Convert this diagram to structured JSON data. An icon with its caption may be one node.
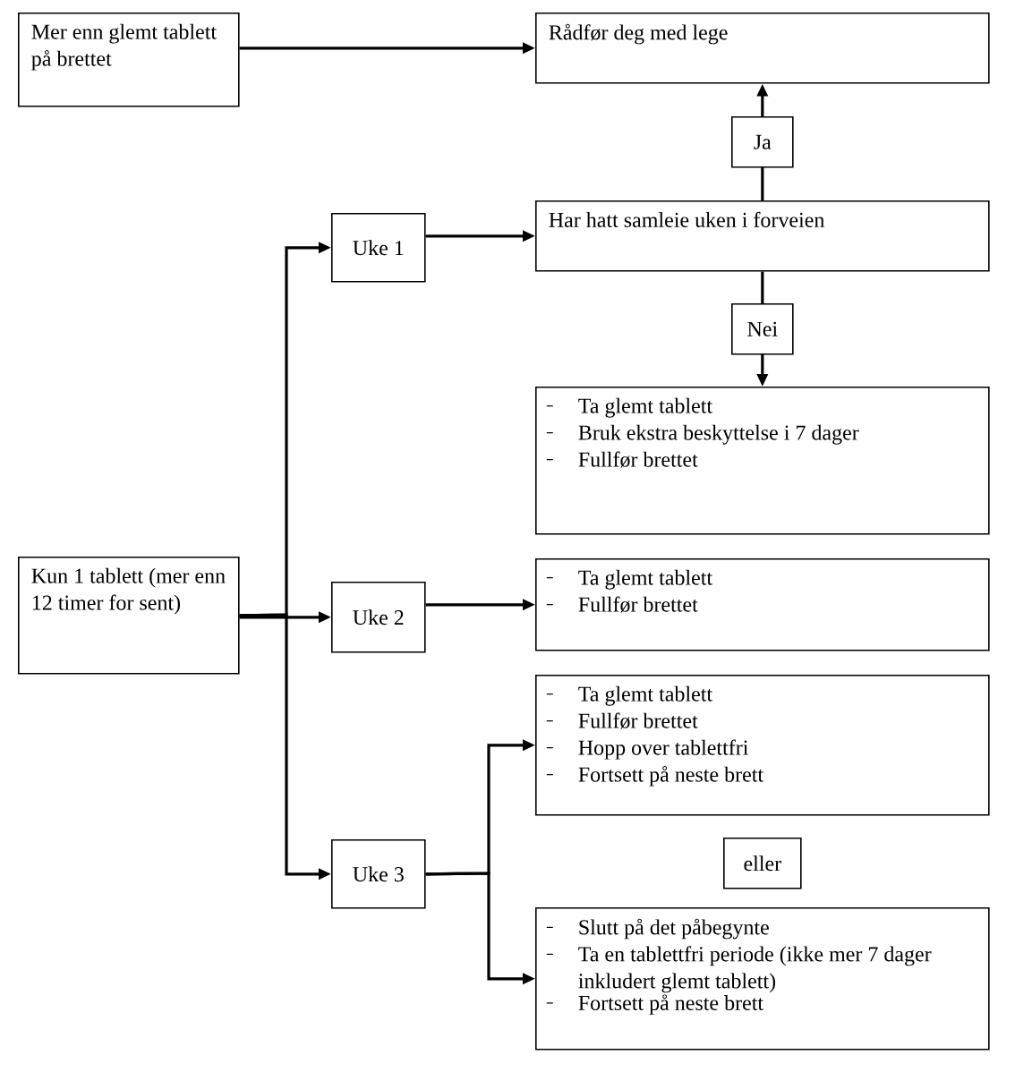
{
  "diagram": {
    "nodes": [
      {
        "text": [
          "Mer enn glemt tablett på brettet"
        ]
      },
      {
        "text": [
          "Rådfør deg med lege"
        ]
      },
      {
        "text": [
          "Har hatt samleie uken i forveien"
        ]
      },
      {
        "text": [
          "Ta glemt tablett",
          "Bruk ekstra beskyttelse i 7 dager",
          "Fullfør brettet"
        ]
      },
      {
        "text": [
          "Kun 1 tablett (mer enn 12 timer for sent)"
        ]
      },
      {
        "text": [
          "Uke 1"
        ]
      },
      {
        "text": [
          "Uke 2"
        ]
      },
      {
        "text": [
          "Uke 3"
        ]
      },
      {
        "text": [
          "Ta glemt tablett",
          "Fullfør brettet"
        ]
      },
      {
        "text": [
          "Ta glemt tablett",
          "Fullfør brettet",
          "Hopp over tablettfri",
          "Fortsett på neste brett"
        ]
      },
      {
        "text": [
          "eller"
        ]
      },
      {
        "text": [
          "Slutt på det påbegynte",
          "Ta en tablettfri periode (ikke mer 7 dager inkludert glemt tablett)",
          "Fortsett på neste brett"
        ]
      }
    ],
    "edges": [
      {
        "from": 0,
        "to": 1,
        "arrow": "to"
      },
      {
        "from": 2,
        "to": 1,
        "arrow": "to",
        "label": "Ja"
      },
      {
        "from": 2,
        "to": 3,
        "arrow": "to",
        "label": "Nei"
      },
      {
        "from": 4,
        "to": 5,
        "arrow": "to"
      },
      {
        "from": 4,
        "to": 6,
        "arrow": "to"
      },
      {
        "from": 4,
        "to": 7,
        "arrow": "to"
      },
      {
        "from": 5,
        "to": 2,
        "arrow": "to"
      },
      {
        "from": 6,
        "to": 8,
        "arrow": "to"
      },
      {
        "from": 7,
        "to": 9,
        "arrow": "to"
      },
      {
        "from": 7,
        "to": 11,
        "arrow": "to"
      }
    ]
  }
}
